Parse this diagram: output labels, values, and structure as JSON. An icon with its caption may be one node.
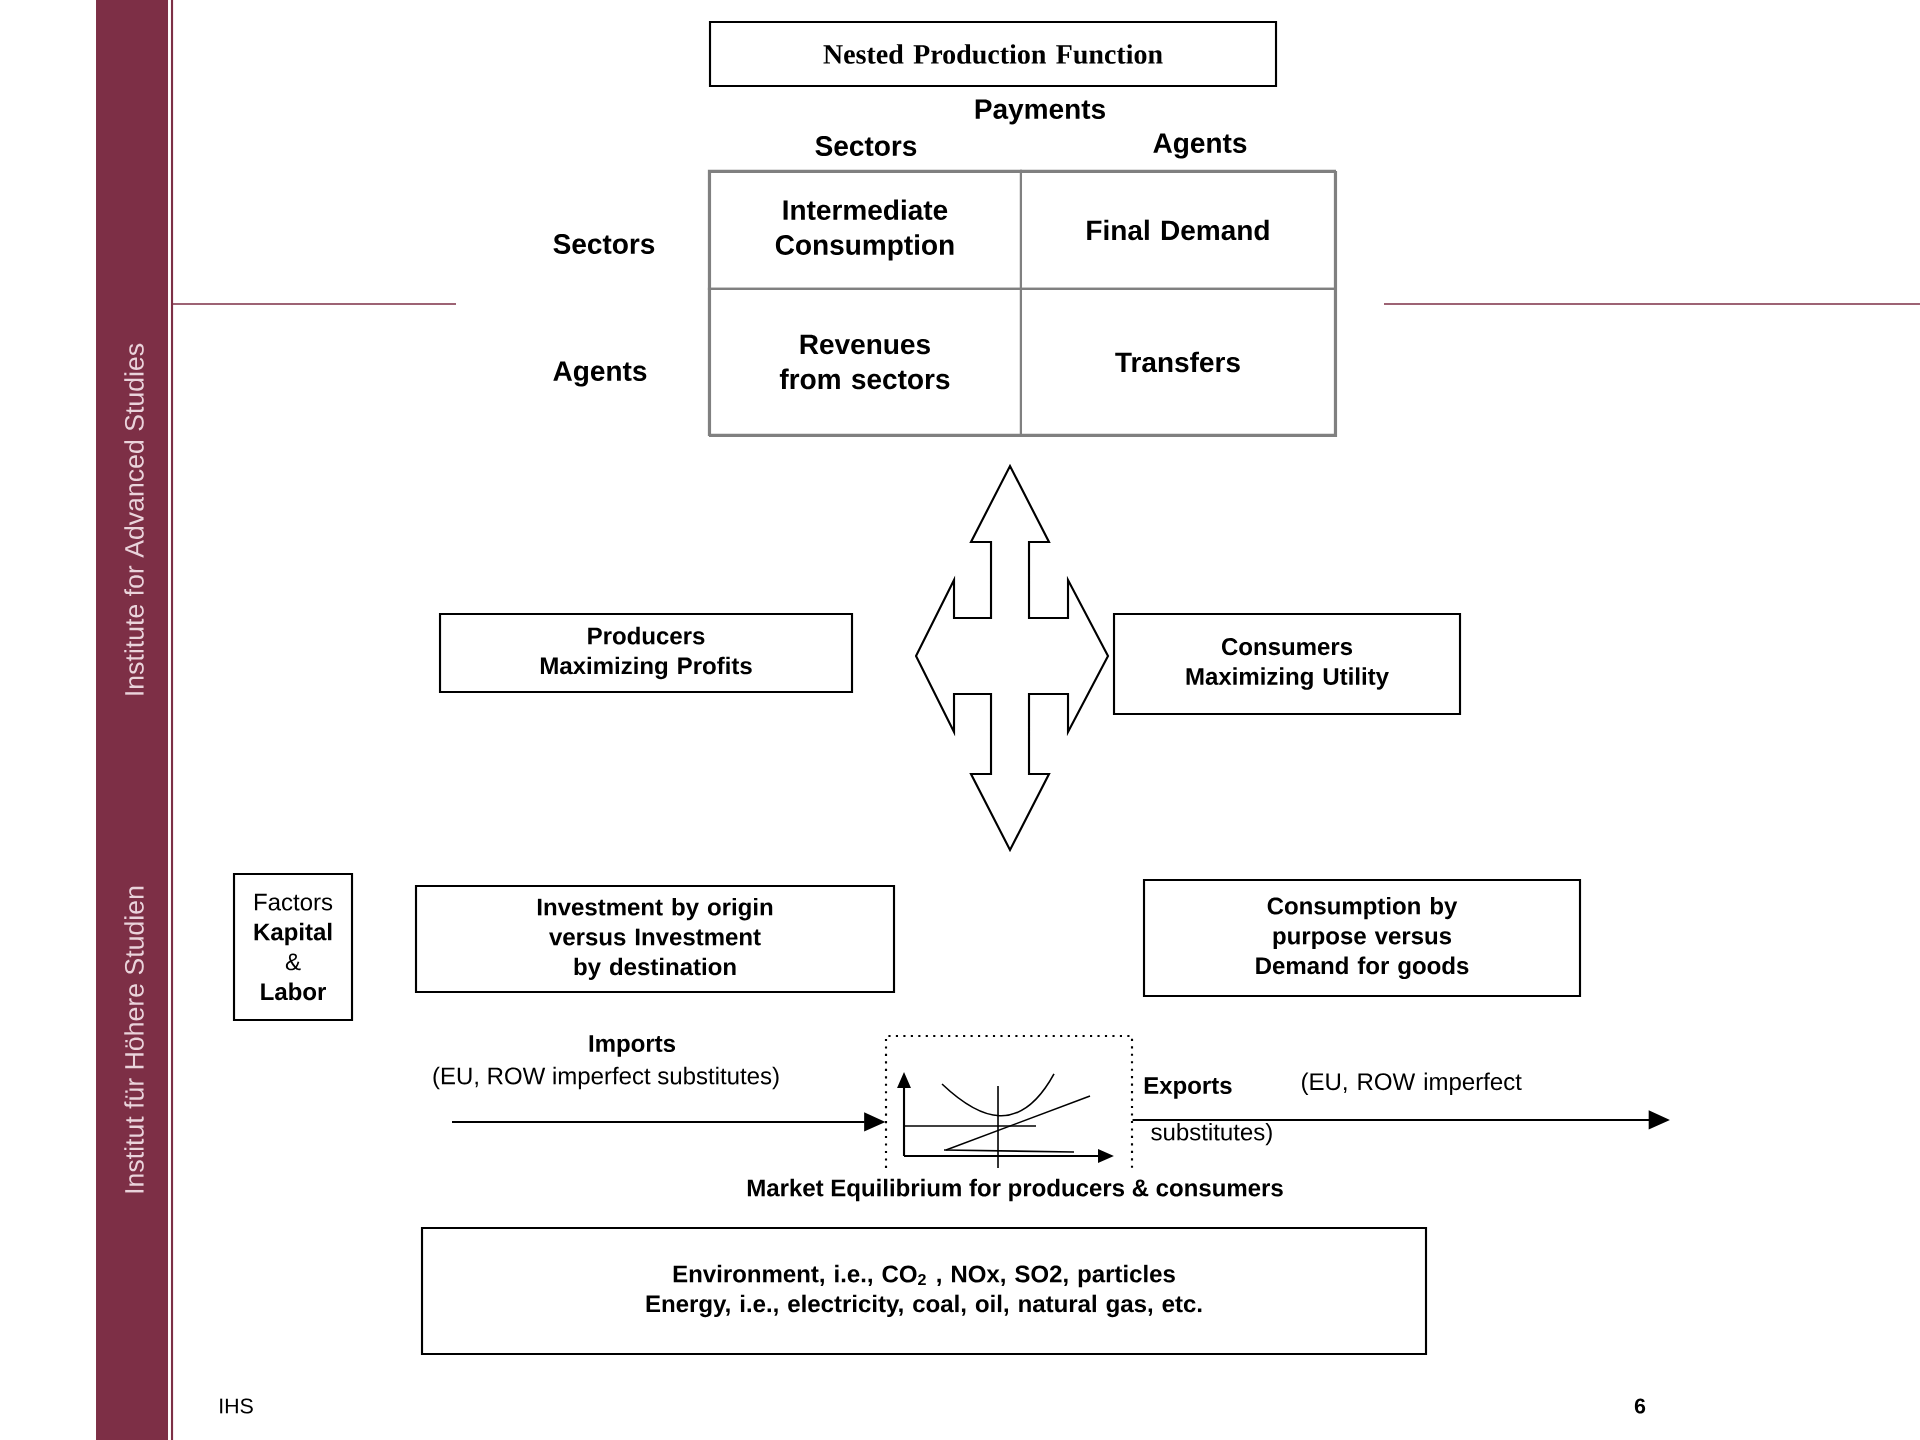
{
  "diagram": {
    "nodes": [
      {
        "text": [
          "Nested Production Function"
        ]
      },
      {
        "text": [],
        "shape": "box"
      },
      {
        "text": [
          "Intermediate Consumption"
        ],
        "in": 1
      },
      {
        "text": [
          "Final Demand"
        ],
        "in": 1
      },
      {
        "text": [
          "Revenues from sectors"
        ],
        "in": 1
      },
      {
        "text": [
          "Transfers"
        ],
        "in": 1
      },
      {
        "text": [
          "Producers Maximizing Profits"
        ]
      },
      {
        "text": [
          "Consumers Maximizing Utility"
        ]
      },
      {
        "text": [
          "Factors **Kapital** & **Labor**"
        ]
      },
      {
        "text": [
          "Investment by origin versus Investment by destination"
        ]
      },
      {
        "text": [
          "Consumption by purpose versus Demand for goods"
        ]
      },
      {
        "text": [],
        "shape": "picture",
        "beside": [
          "Market Equilibrium for producers & consumers"
        ]
      },
      {
        "text": [
          "Environment, i.e., CO$_{2}$ , NOx, SO2, particles",
          "Energy, i.e., electricity, coal, oil, natural gas, etc."
        ]
      }
    ],
    "edges": [
      {
        "from": 6,
        "to": 7,
        "arrow": "both"
      },
      {
        "from": null,
        "to": 1,
        "arrow": "both"
      },
      {
        "from": null,
        "to": 11,
        "arrow": "to",
        "label": "Imports"
      },
      {
        "from": 11,
        "to": null,
        "arrow": "to",
        "label": "Exports"
      }
    ],
    "labels": [
      "Payments",
      "Sectors",
      "Agents",
      "Sectors",
      "Agents",
      "(EU, ROW imperfect substitutes)",
      "(EU, ROW imperfect substitutes)",
      "Institute for Advanced Studies",
      "Institut für Höhere Studien",
      "IHS",
      "6"
    ]
  }
}
